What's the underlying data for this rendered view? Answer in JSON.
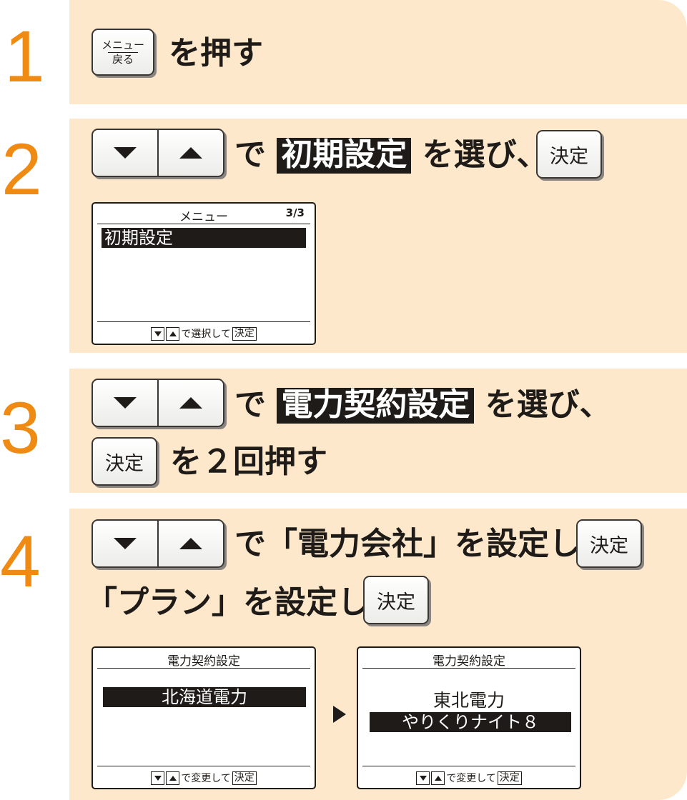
{
  "steps": [
    {
      "number": "1",
      "text": "を押す"
    },
    {
      "number": "2",
      "text_de": "で",
      "highlight": "初期設定",
      "text_after": "を選び、"
    },
    {
      "number": "3",
      "text_de": "で",
      "highlight": "電力契約設定",
      "text_after": "を選び、",
      "line2": "を２回押す"
    },
    {
      "number": "4",
      "line1": "で「電力会社」を設定し、",
      "line2": "「プラン」を設定し、"
    }
  ],
  "buttons": {
    "menu_top": "メニュー",
    "menu_bottom": "戻る",
    "decide": "決定"
  },
  "screens": {
    "menu": {
      "title": "メニュー",
      "page": "3/3",
      "selected": "初期設定",
      "footer_text": "で選択して",
      "footer_key": "決定"
    },
    "contract_a": {
      "title": "電力契約設定",
      "selected": "北海道電力",
      "footer_text": "で変更して",
      "footer_key": "決定"
    },
    "contract_b": {
      "title": "電力契約設定",
      "line": "東北電力",
      "selected": "やりくりナイト８",
      "footer_text": "で変更して",
      "footer_key": "決定"
    }
  },
  "colors": {
    "step_number": "#ef8a12",
    "panel_bg": "#fde8cc",
    "text": "#1e1b18"
  }
}
